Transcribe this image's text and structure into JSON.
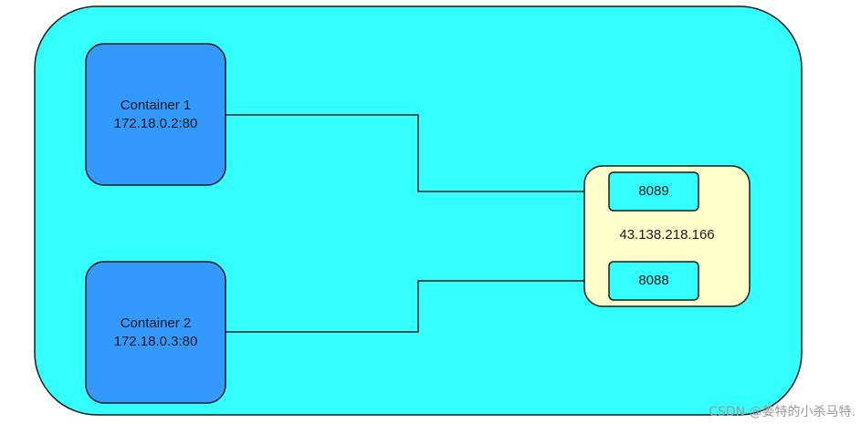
{
  "colors": {
    "network_fill": "#33ffff",
    "container_fill": "#3399ff",
    "host_fill": "#ffffcc",
    "port_fill": "#33ffff",
    "stroke": "#1a1a1a"
  },
  "containers": [
    {
      "name": "Container 1",
      "address": "172.18.0.2:80"
    },
    {
      "name": "Container 2",
      "address": "172.18.0.3:80"
    }
  ],
  "host": {
    "ip": "43.138.218.166",
    "ports": [
      "8089",
      "8088"
    ]
  },
  "watermark": "CSDN @姜特的小杀马特."
}
